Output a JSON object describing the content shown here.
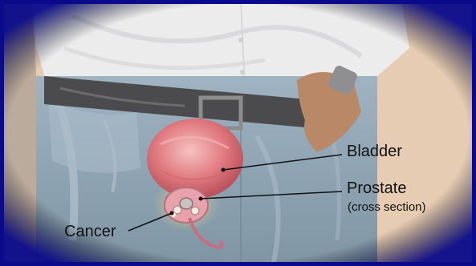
{
  "labels": {
    "bladder": "Bladder",
    "prostate": "Prostate",
    "prostate_sub": "(cross section)",
    "cancer": "Cancer"
  },
  "colors": {
    "frame": "#0a0a8a",
    "background_wall": "#e6cdb3",
    "shirt": "#e9e9ea",
    "jeans": "#8fa4b2",
    "belt": "#4a4a4a",
    "bladder": "#e4868a",
    "prostate": "#eaa7b0",
    "leader_line": "#111111"
  }
}
